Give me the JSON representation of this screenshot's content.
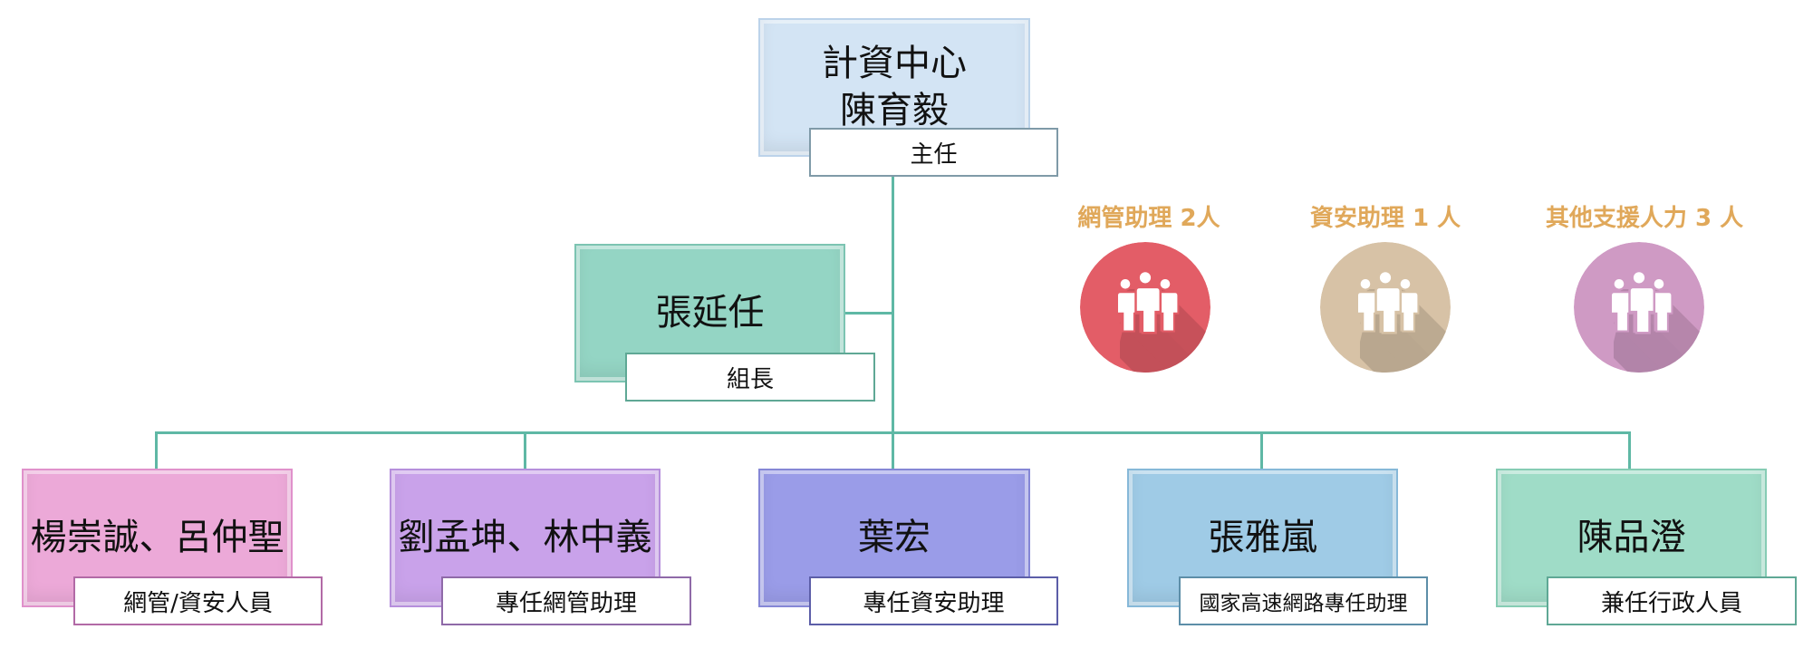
{
  "top": {
    "unit": "計資中心",
    "name": "陳育毅",
    "title": "主任"
  },
  "leader": {
    "name": "張延任",
    "title": "組長"
  },
  "members": [
    {
      "name": "楊崇誠、呂仲聖",
      "title": "網管/資安人員"
    },
    {
      "name": "劉孟坤、林中義",
      "title": "專任網管助理"
    },
    {
      "name": "葉宏",
      "title": "專任資安助理"
    },
    {
      "name": "張雅嵐",
      "title": "國家高速網路專任助理"
    },
    {
      "name": "陳品澄",
      "title": "兼任行政人員"
    }
  ],
  "stats": [
    {
      "label": "網管助理 2人",
      "icon": "people-group-icon",
      "color": "#e35d67"
    },
    {
      "label": "資安助理 1 人",
      "icon": "people-group-icon",
      "color": "#d7c2a6"
    },
    {
      "label": "其他支援人力 3 人",
      "icon": "people-group-icon",
      "color": "#cf9ac4"
    }
  ],
  "colors": {
    "connector": "#5fb8a5",
    "label_accent": "#e0a85a",
    "top_box": "#d3e4f4",
    "leader_box": "#94d5c4",
    "member_boxes": [
      "#eca9d8",
      "#c9a2ea",
      "#9a9ce8",
      "#9fcbe6",
      "#9fdcc7"
    ]
  }
}
